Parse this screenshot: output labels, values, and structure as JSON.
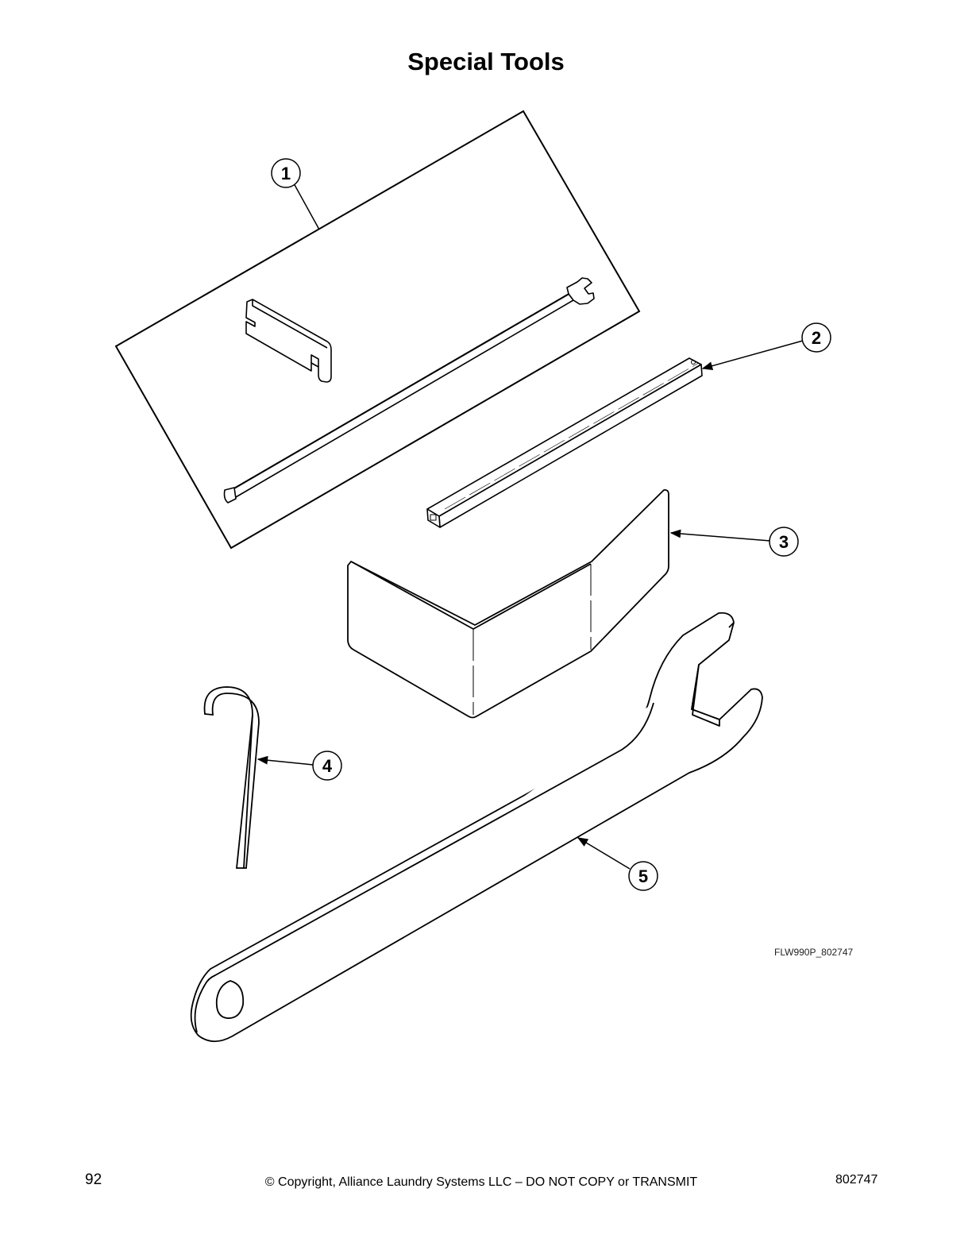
{
  "page": {
    "title": "Special Tools",
    "figure_id": "FLW990P_802747",
    "footer": {
      "page_number": "92",
      "copyright": "© Copyright, Alliance Laundry Systems LLC – DO NOT COPY or TRANSMIT",
      "document_number": "802747"
    }
  },
  "callouts": [
    "1",
    "2",
    "3",
    "4",
    "5"
  ]
}
